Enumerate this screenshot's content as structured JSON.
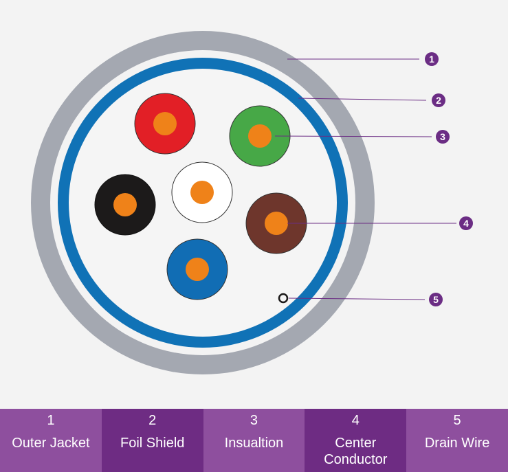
{
  "colors": {
    "jacket": "#a4a8b1",
    "shield": "#1072b6",
    "core_fill": "#f5f5f5",
    "marker": "#6b2d84",
    "legend_light": "#8e4f9e",
    "legend_dark": "#6e2c83",
    "conductor": "#ef8219"
  },
  "wires": [
    {
      "name": "red",
      "color": "#e21f26"
    },
    {
      "name": "green",
      "color": "#47a847"
    },
    {
      "name": "black",
      "color": "#1c1a1a"
    },
    {
      "name": "white",
      "color": "#ffffff"
    },
    {
      "name": "brown",
      "color": "#6e362c"
    },
    {
      "name": "blue",
      "color": "#116db4"
    }
  ],
  "callouts": [
    {
      "num": "1",
      "label": "Outer Jacket"
    },
    {
      "num": "2",
      "label": "Foil Shield"
    },
    {
      "num": "3",
      "label": "Insualtion"
    },
    {
      "num": "4",
      "label": "Center Conductor"
    },
    {
      "num": "5",
      "label": "Drain Wire"
    }
  ]
}
